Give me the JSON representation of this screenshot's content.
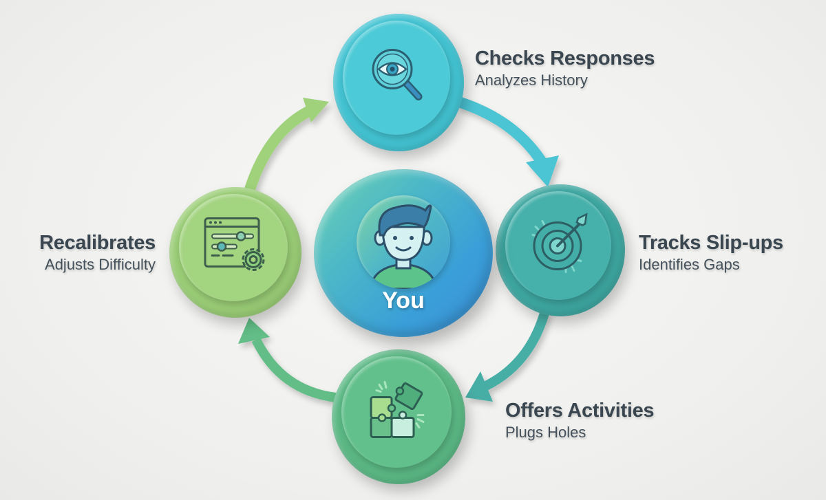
{
  "diagram": {
    "type": "cycle",
    "background_color": "#f1f1ef",
    "center": {
      "label": "You",
      "icon": "person-avatar-icon",
      "colors": [
        "#6fd3b0",
        "#3b8fd6"
      ]
    },
    "steps": [
      {
        "id": "checks",
        "title": "Checks Responses",
        "subtitle": "Analyzes History",
        "icon": "magnifier-eye-icon",
        "color": "#45c6d3",
        "position": "top"
      },
      {
        "id": "tracks",
        "title": "Tracks Slip-ups",
        "subtitle": "Identifies Gaps",
        "icon": "target-arrow-icon",
        "color": "#3fa9a3",
        "position": "right"
      },
      {
        "id": "offers",
        "title": "Offers Activities",
        "subtitle": "Plugs Holes",
        "icon": "puzzle-pieces-icon",
        "color": "#5dba8a",
        "position": "bottom"
      },
      {
        "id": "recalibrates",
        "title": "Recalibrates",
        "subtitle": "Adjusts Difficulty",
        "icon": "settings-window-gear-icon",
        "color": "#9dd07a",
        "position": "left"
      }
    ],
    "arrows": [
      {
        "from": "recalibrates",
        "to": "checks",
        "color": "#9fd27a"
      },
      {
        "from": "checks",
        "to": "tracks",
        "color": "#4cc4d4"
      },
      {
        "from": "tracks",
        "to": "offers",
        "color": "#46aea6"
      },
      {
        "from": "offers",
        "to": "recalibrates",
        "color": "#62bd86"
      }
    ]
  }
}
